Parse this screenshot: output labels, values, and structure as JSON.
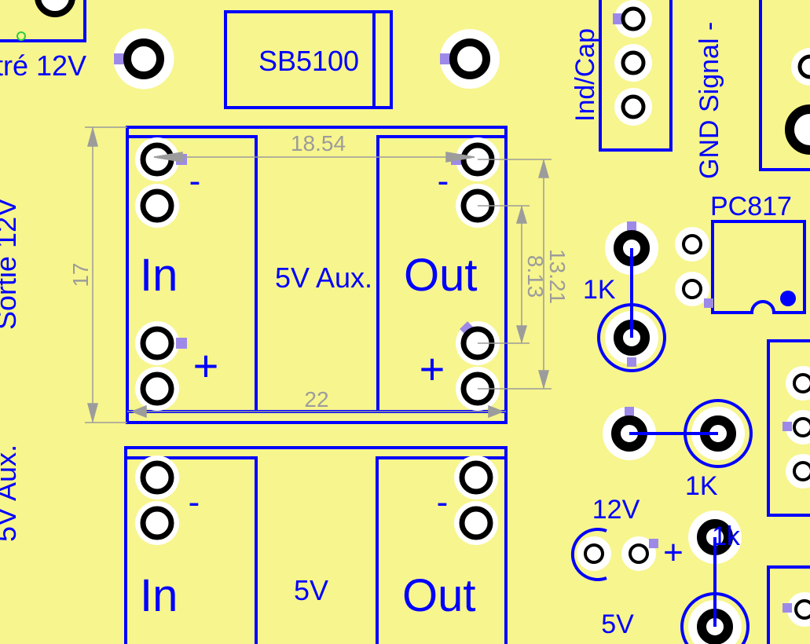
{
  "board": {
    "background_color": "#f7f58d",
    "silkscreen_color": "#0000ff",
    "dimension_color": "#9c9c9c",
    "copper_color": "#000000",
    "pad_fill_color": "#ffffff",
    "pad_corner_color": "#9d8ae8"
  },
  "labels": {
    "entree": "tré 12V",
    "sortie": "Sortie 12V",
    "aux_left": "5V Aux.",
    "diode": "SB5100",
    "ind_cap": "Ind/Cap",
    "gnd_signal": "GND Signal -",
    "optocoupler": "PC817",
    "r1": "1K",
    "r2": "1K",
    "r3": "1k",
    "v12": "12V",
    "plus_small": "+",
    "v5_small": "5V"
  },
  "modules": [
    {
      "name": "5V Aux.",
      "in_label": "In",
      "out_label": "Out",
      "minus_left": "-",
      "plus_left": "+",
      "minus_right": "-",
      "plus_right": "+"
    },
    {
      "name": "5V",
      "in_label": "In",
      "out_label": "Out",
      "minus_left": "-",
      "minus_right": "-"
    }
  ],
  "dimensions": {
    "width_top": "18.54",
    "width_bottom": "22",
    "height_left": "17",
    "height_right_outer": "13.21",
    "height_right_inner": "8.13"
  }
}
